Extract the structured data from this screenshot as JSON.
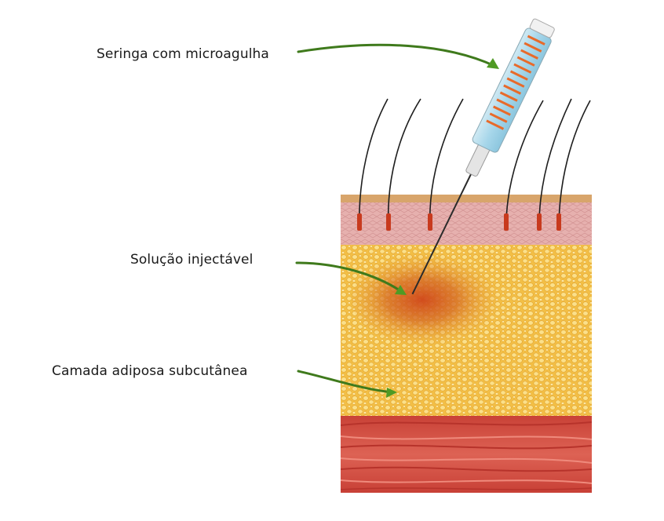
{
  "labels": {
    "syringe": "Seringa com microagulha",
    "solution": "Solução injectável",
    "fat_layer": "Camada adiposa subcutânea"
  },
  "colors": {
    "arrow": "#3f7a1c",
    "arrow_head": "#4f9a24",
    "epidermis_top": "#d9a870",
    "dermis": "#e3a8a8",
    "fat": "#f4c24a",
    "fat_dark": "#e9a935",
    "injection_spot": "#d2571a",
    "muscle": "#d8574a",
    "muscle_dark": "#b8352c",
    "hair": "#1e1e1e",
    "syringe_barrel": "#a9d8ea",
    "syringe_marks": "#e86a2a"
  }
}
